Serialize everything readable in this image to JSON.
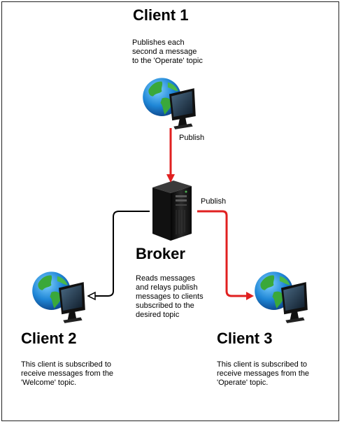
{
  "client1": {
    "title": "Client 1",
    "description_lines": [
      "Publishes each",
      "second a message",
      "to the 'Operate' topic"
    ]
  },
  "publish_down": {
    "label": "Publish",
    "color": "#e02020"
  },
  "broker": {
    "title": "Broker",
    "description_lines": [
      "Reads messages",
      "and relays publish",
      "messages to clients",
      "subscribed to the",
      "desired topic"
    ]
  },
  "publish_right": {
    "label": "Publish",
    "color": "#e02020"
  },
  "client2": {
    "title": "Client 2",
    "description_lines": [
      "This client is subscribed to",
      "receive messages from the",
      "'Welcome' topic."
    ]
  },
  "client3": {
    "title": "Client 3",
    "description_lines": [
      "This client is subscribed to",
      "receive messages from the",
      "'Operate' topic."
    ]
  },
  "subscribe_arrow": {
    "color": "#000000"
  },
  "icons": [
    "globe-monitor-icon",
    "server-tower-icon"
  ]
}
